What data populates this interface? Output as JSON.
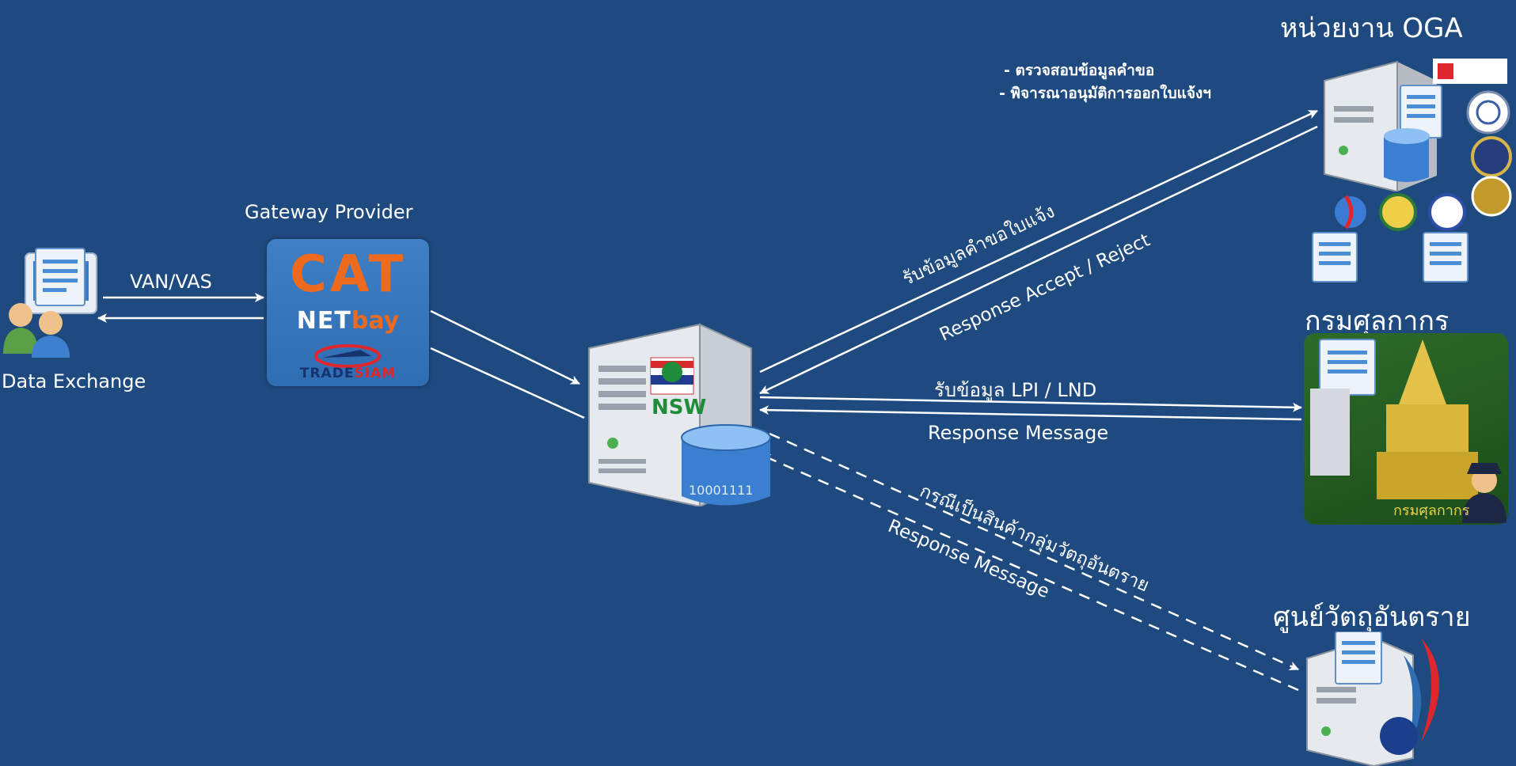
{
  "nodes": {
    "data_exchange": {
      "label": "Data Exchange"
    },
    "gateway_provider": {
      "title": "Gateway Provider",
      "logos": {
        "cat": "CAT",
        "netbay_net": "NET",
        "netbay_bay": "bay",
        "tradesiam_trade": "TRADE",
        "tradesiam_siam": "SIAM"
      }
    },
    "nsw": {
      "label": "NSW",
      "db_text": "10001111"
    },
    "oga": {
      "title": "หน่วยงาน OGA",
      "tasks": [
        "- ตรวจสอบข้อมูลคำขอ",
        "- พิจารณาอนุมัติการออกใบแจ้งฯ"
      ]
    },
    "customs": {
      "title": "กรมศุลกากร",
      "emblem_text": "กรมศุลกากร"
    },
    "hazard_center": {
      "title": "ศูนย์วัตถุอันตราย"
    }
  },
  "edges": {
    "van_vas": "VAN/VAS",
    "to_oga": "รับข้อมูลคำขอใบแจ้ง",
    "from_oga": "Response Accept /  Reject",
    "to_customs": "รับข้อมูล LPI / LND",
    "from_customs": "Response Message",
    "to_hazard": "กรณีเป็นสินค้ากลุ่มวัตถุอันตราย",
    "from_hazard": "Response Message"
  },
  "colors": {
    "background": "#1f4a80",
    "arrow": "#ffffff",
    "cat_orange": "#ee6a1f",
    "customs_green": "#2d6b2a",
    "nsw_green": "#1f8c3a",
    "server_gray": "#d9dde2",
    "doc_blue": "#4a8fd6"
  }
}
